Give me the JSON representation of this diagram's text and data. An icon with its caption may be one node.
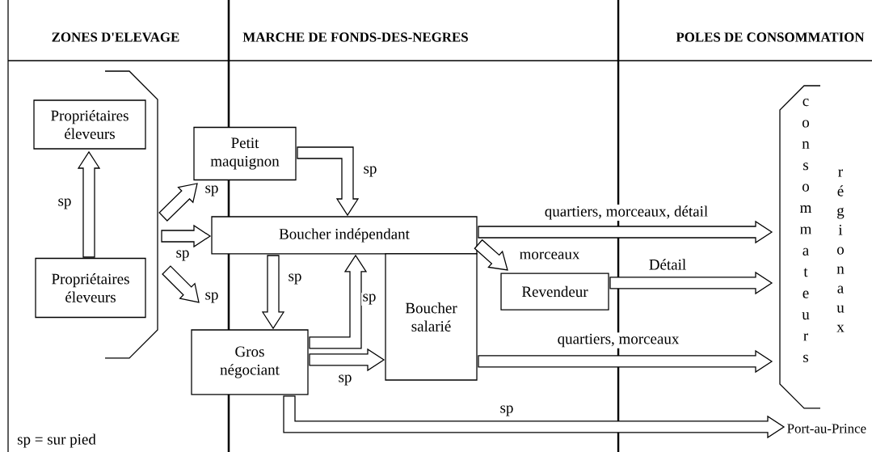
{
  "diagram": {
    "nodes": [
      {
        "text": [],
        "shape": "bracket"
      },
      {
        "text": [
          "Propriétaires éleveurs"
        ]
      },
      {
        "text": [
          "Propriétaires éleveurs"
        ]
      },
      {
        "text": [
          "Petit maquignon"
        ]
      },
      {
        "text": [
          "Boucher indépendant"
        ]
      },
      {
        "text": [
          "Boucher salarié"
        ]
      },
      {
        "text": [
          "Gros négociant"
        ]
      },
      {
        "text": [
          "Revendeur"
        ]
      },
      {
        "text": [
          "consommateurs",
          "régionaux"
        ]
      },
      {
        "text": [
          "Port-au-Prince"
        ]
      }
    ],
    "edges": [
      {
        "from": 2,
        "to": 1,
        "arrow": "to",
        "label": "sp"
      },
      {
        "from": 0,
        "to": 3,
        "arrow": "to",
        "label": "sp"
      },
      {
        "from": 0,
        "to": 4,
        "arrow": "to",
        "label": "sp"
      },
      {
        "from": 0,
        "to": 6,
        "arrow": "to",
        "label": "sp"
      },
      {
        "from": 3,
        "to": 4,
        "arrow": "to",
        "label": "sp"
      },
      {
        "from": 4,
        "to": 6,
        "arrow": "to",
        "label": "sp"
      },
      {
        "from": 6,
        "to": 4,
        "arrow": "to",
        "label": "sp"
      },
      {
        "from": 6,
        "to": 5,
        "arrow": "to",
        "label": "sp"
      },
      {
        "from": 6,
        "to": 9,
        "arrow": "to",
        "label": "sp"
      },
      {
        "from": 4,
        "to": 8,
        "arrow": "to",
        "label": "quartiers, morceaux, détail"
      },
      {
        "from": 4,
        "to": 7,
        "arrow": "to",
        "label": "morceaux"
      },
      {
        "from": 7,
        "to": 8,
        "arrow": "to",
        "label": "Détail"
      },
      {
        "from": 5,
        "to": 8,
        "arrow": "to",
        "label": "quartiers, morceaux"
      }
    ],
    "labels": [
      "ZONES D'ELEVAGE",
      "MARCHE DE FONDS-DES-NEGRES",
      "POLES DE CONSOMMATION",
      "sp = sur pied"
    ]
  }
}
